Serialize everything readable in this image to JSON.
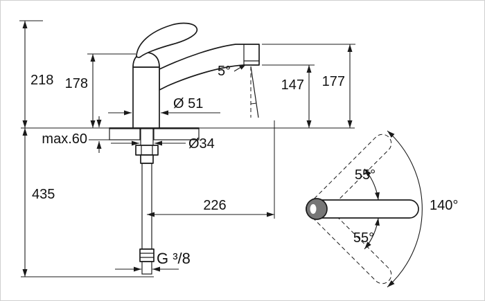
{
  "meta": {
    "background_color": "#ffffff",
    "line_color": "#1a1a1a",
    "handle_fill_color": "#777777"
  },
  "side_view": {
    "dim_218": "218",
    "dim_178": "178",
    "deck_thickness": "max.60",
    "dim_435": "435",
    "base_diameter": "Ø 51",
    "hole_diameter": "Ø34",
    "stream_angle": "5°",
    "dim_147": "147",
    "dim_177": "177",
    "reach_226": "226",
    "thread_size": "G ³/8"
  },
  "top_view": {
    "swivel_upper": "55°",
    "swivel_lower": "55°",
    "total_angle": "140°"
  }
}
